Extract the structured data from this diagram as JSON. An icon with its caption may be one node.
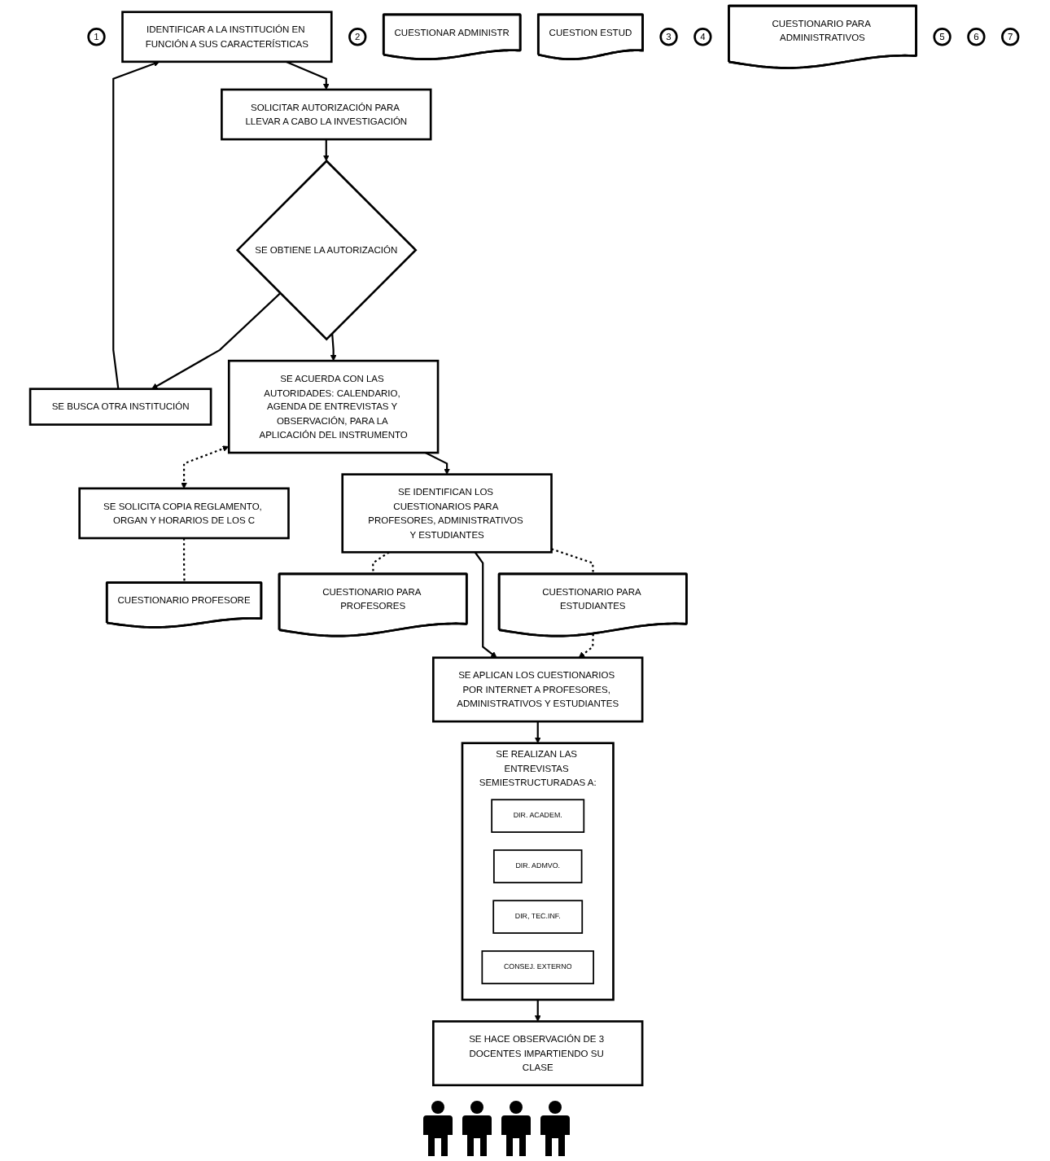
{
  "diagram": {
    "nodes": [
      {
        "text": [
          "1"
        ]
      },
      {
        "text": [
          "IDENTIFICAR A LA INSTITUCIÓN EN FUNCIÓN A SUS CARACTERÍSTICAS"
        ]
      },
      {
        "text": [
          "2"
        ]
      },
      {
        "text": [
          "SOLICITAR AUTORIZACIÓN PARA LLEVAR A CABO LA INVESTIGACIÓN"
        ]
      },
      {
        "text": [
          "SE OBTIENE LA AUTORIZACIÓN"
        ]
      },
      {
        "text": [
          "SE BUSCA OTRA INSTITUCIÓN"
        ]
      },
      {
        "text": [
          "SE SOLICITA COPIA REGLAMENTO, ORGAN Y HORARIOS DE LOS C"
        ]
      },
      {
        "text": [
          "CUESTIONARIO PROFESORE"
        ]
      },
      {
        "text": [
          "CUESTIONAR ADMINISTR"
        ]
      },
      {
        "text": [
          "CUESTION ESTUD"
        ]
      },
      {
        "text": [
          "3"
        ]
      },
      {
        "text": [
          "SE ACUERDA CON LAS AUTORIDADES: CALENDARIO, AGENDA DE ENTREVISTAS Y OBSERVACIÓN, PARA LA APLICACIÓN DEL INSTRUMENTO"
        ]
      },
      {
        "text": [
          "4"
        ]
      },
      {
        "text": [
          "SE IDENTIFICAN LOS CUESTIONARIOS PARA PROFESORES, ADMINISTRATIVOS Y ESTUDIANTES"
        ]
      },
      {
        "text": [
          "CUESTIONARIO PARA PROFESORES"
        ]
      },
      {
        "text": [
          "CUESTIONARIO PARA ADMINISTRATIVOS"
        ]
      },
      {
        "text": [
          "CUESTIONARIO PARA ESTUDIANTES"
        ]
      },
      {
        "text": [
          "5"
        ]
      },
      {
        "text": [
          "SE APLICAN LOS CUESTIONARIOS POR INTERNET A PROFESORES, ADMINISTRATIVOS Y ESTUDIANTES"
        ]
      },
      {
        "text": [
          "6"
        ]
      },
      {
        "text": [
          "SE REALIZAN LAS ENTREVISTAS SEMIESTRUCTURADAS A:"
        ]
      },
      {
        "text": [
          "DIR. ACADEM."
        ],
        "in": 20
      },
      {
        "text": [
          "DIR. ADMVO."
        ],
        "in": 20
      },
      {
        "text": [
          "DIR, TEC.INF."
        ],
        "in": 20
      },
      {
        "text": [
          "CONSEJ. EXTERNO"
        ],
        "in": 20
      },
      {
        "text": [
          "7"
        ]
      },
      {
        "text": [
          "SE HACE OBSERVACIÓN DE 3 DOCENTES IMPARTIENDO SU CLASE"
        ]
      }
    ],
    "edges": [
      {
        "from": 1,
        "to": 3,
        "arrow": "to"
      },
      {
        "from": 3,
        "to": 4,
        "arrow": "to"
      },
      {
        "from": 4,
        "to": 5,
        "arrow": "to"
      },
      {
        "from": 5,
        "to": 1,
        "arrow": "to"
      },
      {
        "from": 4,
        "to": 11,
        "arrow": "to"
      },
      {
        "from": 11,
        "to": 6,
        "arrow": "both",
        "style": "dashed"
      },
      {
        "from": 6,
        "to": 7,
        "arrow": "none",
        "style": "dashed"
      },
      {
        "from": 11,
        "to": 13,
        "arrow": "to"
      },
      {
        "from": 13,
        "to": 14,
        "arrow": "none",
        "style": "dashed"
      },
      {
        "from": 13,
        "to": 16,
        "arrow": "none",
        "style": "dashed"
      },
      {
        "from": 16,
        "to": 18,
        "arrow": "to",
        "style": "dashed"
      },
      {
        "from": 13,
        "to": 18,
        "arrow": "to"
      },
      {
        "from": 18,
        "to": 20,
        "arrow": "to"
      },
      {
        "from": 20,
        "to": 26,
        "arrow": "to"
      }
    ]
  }
}
